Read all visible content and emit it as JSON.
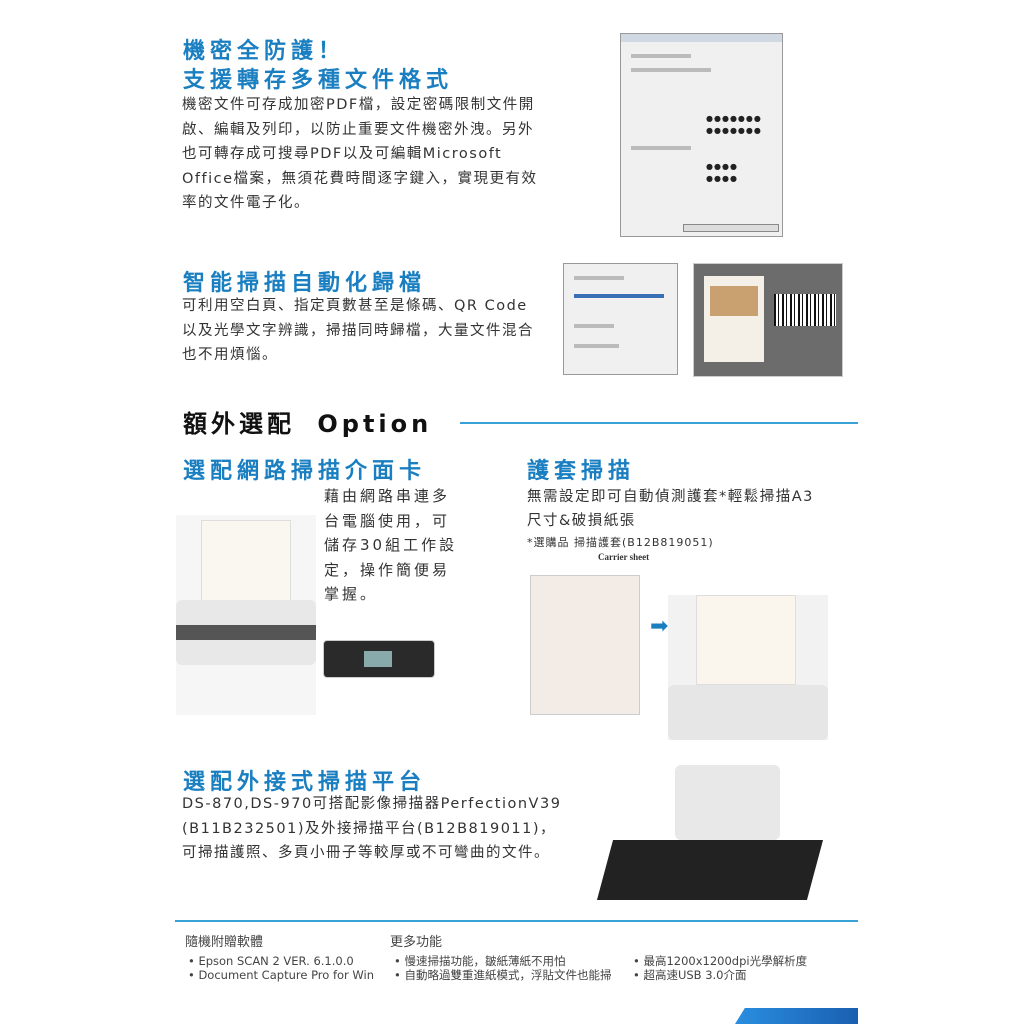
{
  "section1": {
    "title_line1": "機密全防護！",
    "title_line2": "支援轉存多種文件格式",
    "body": "機密文件可存成加密PDF檔，設定密碼限制文件開啟、編輯及列印，以防止重要文件機密外洩。另外也可轉存成可搜尋PDF以及可編輯Microsoft Office檔案，無須花費時間逐字鍵入，實現更有效率的文件電子化。",
    "password_mask": "●●●●●●●",
    "password_mask_short": "●●●●"
  },
  "section2": {
    "title": "智能掃描自動化歸檔",
    "body": "可利用空白頁、指定頁數甚至是條碼、QR Code以及光學文字辨識，掃描同時歸檔，大量文件混合也不用煩惱。"
  },
  "options": {
    "title_cn": "額外選配",
    "title_en": "Option"
  },
  "network": {
    "title": "選配網路掃描介面卡",
    "body": "藉由網路串連多台電腦使用，可儲存30組工作設定，操作簡便易掌握。"
  },
  "carrier": {
    "title": "護套掃描",
    "body_line1": "無需設定即可自動偵測護套*輕鬆掃描A3",
    "body_line2": "尺寸&破損紙張",
    "note": "*選購品 掃描護套(B12B819051)",
    "image_label": "Carrier sheet"
  },
  "flatbed": {
    "title": "選配外接式掃描平台",
    "line1": "DS-870,DS-970可搭配影像掃描器PerfectionV39",
    "line2": "(B11B232501)及外接掃描平台(B12B819011)，",
    "line3": "可掃描護照、多頁小冊子等較厚或不可彎曲的文件。"
  },
  "footer": {
    "software_title": "隨機附贈軟體",
    "software": [
      "Epson SCAN 2 VER. 6.1.0.0",
      "Document Capture Pro for Win"
    ],
    "features_title": "更多功能",
    "features_col1": [
      "慢速掃描功能，皺紙薄紙不用怕",
      "自動略過雙重進紙模式，浮貼文件也能掃"
    ],
    "features_col2": [
      "最高1200x1200dpi光學解析度",
      "超高速USB 3.0介面"
    ]
  },
  "colors": {
    "accent": "#1a7fc1",
    "rule": "#3aa0d8"
  }
}
